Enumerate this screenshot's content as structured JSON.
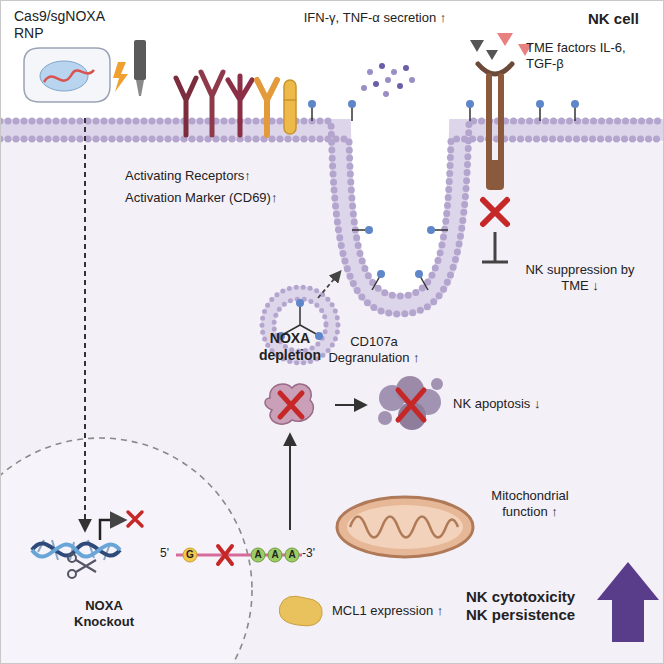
{
  "diagram": {
    "nodes": [
      {
        "text": [
          "Cas9/sgNOXA RNP"
        ]
      },
      {
        "text": [
          "NOXA Knockout"
        ]
      },
      {
        "text": [
          "NOXA depletion"
        ]
      },
      {
        "text": [
          "NK apoptosis ↓"
        ]
      }
    ],
    "edges": [
      {
        "from": 0,
        "to": 1,
        "arrow": "to"
      },
      {
        "from": 1,
        "to": 2,
        "arrow": "to"
      },
      {
        "from": 2,
        "to": 3,
        "arrow": "to"
      }
    ],
    "labels": [
      "NK cell",
      "IFN-γ, TNF-α secretion ↑",
      "TME factors IL-6, TGF-β",
      "Activating Receptors↑",
      "Activation Marker (CD69)↑",
      "CD107a Degranulation ↑",
      "NK suppression by TME ↓",
      "5'",
      "G",
      "A",
      "A",
      "A",
      "-3'",
      "Mitochondrial function ↑",
      "MCL1 expression ↑",
      "NK cytotoxicity NK persistence"
    ]
  }
}
